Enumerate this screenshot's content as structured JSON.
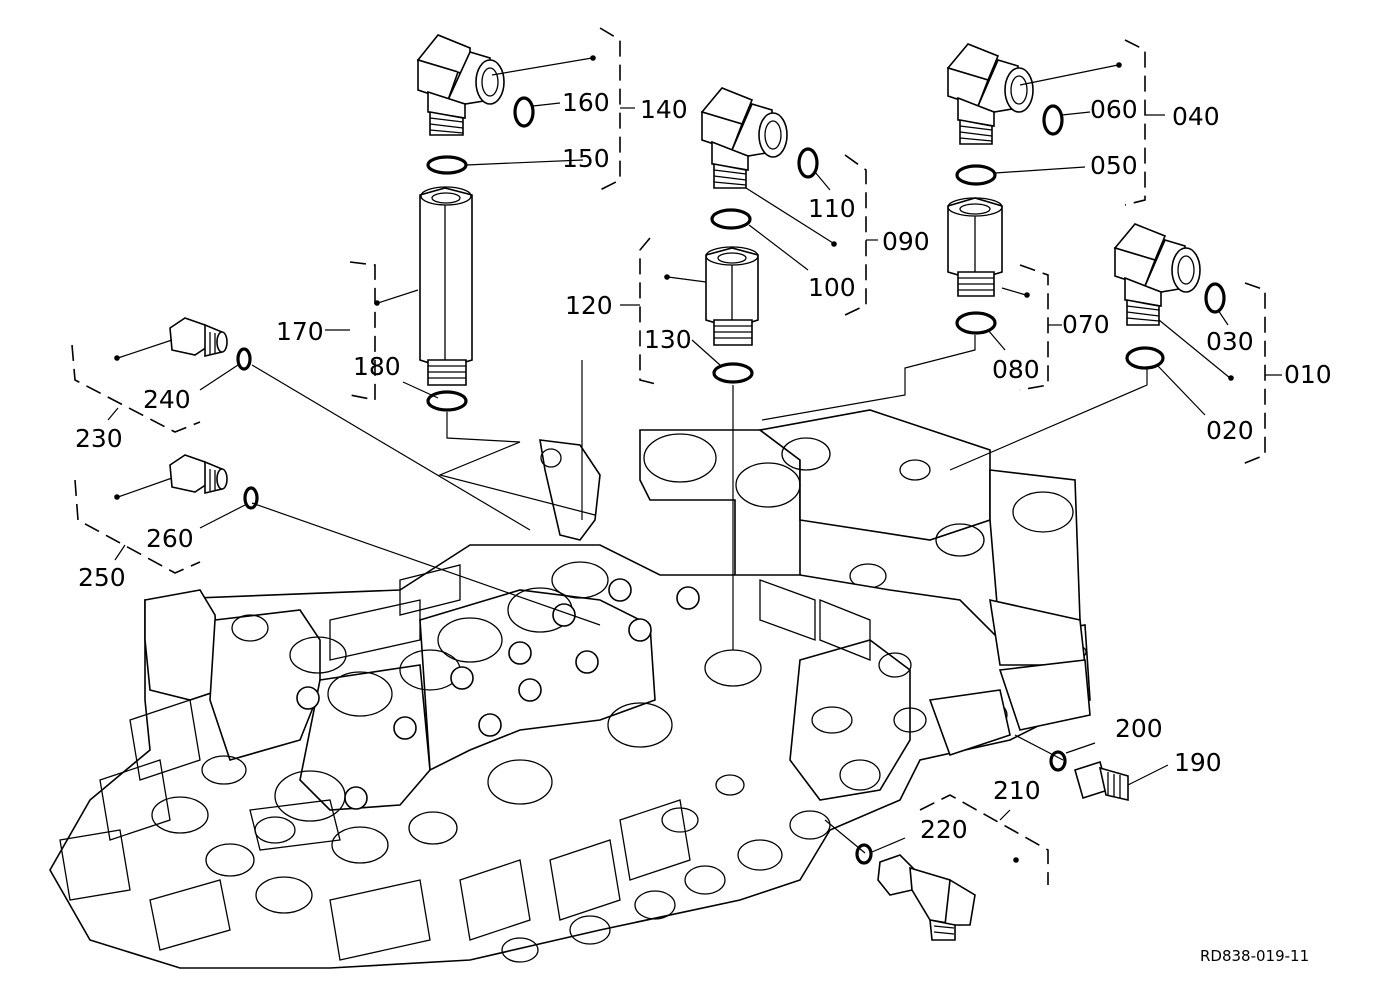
{
  "diagram": {
    "reference_code": "RD838-019-11",
    "callouts": {
      "p010": "010",
      "p020": "020",
      "p030": "030",
      "p040": "040",
      "p050": "050",
      "p060": "060",
      "p070": "070",
      "p080": "080",
      "p090": "090",
      "p100": "100",
      "p110": "110",
      "p120": "120",
      "p130": "130",
      "p140": "140",
      "p150": "150",
      "p160": "160",
      "p170": "170",
      "p180": "180",
      "p190": "190",
      "p200": "200",
      "p210": "210",
      "p220": "220",
      "p230": "230",
      "p240": "240",
      "p250": "250",
      "p260": "260"
    }
  }
}
